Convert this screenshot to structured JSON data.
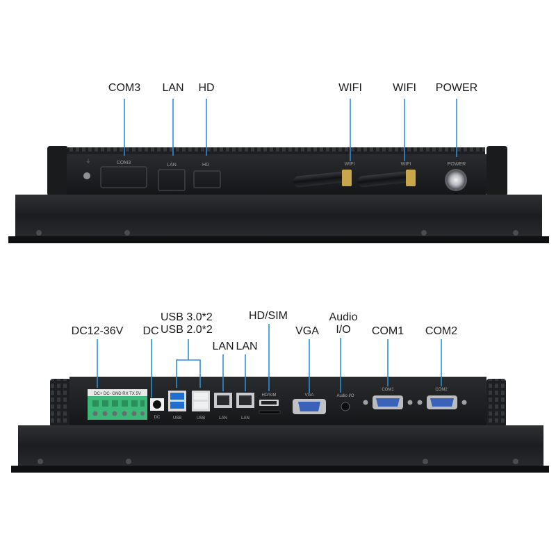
{
  "top_panel": {
    "callouts": {
      "com3": "COM3",
      "lan": "LAN",
      "hd": "HD",
      "wifi_1": "WIFI",
      "wifi_2": "WIFI",
      "power": "POWER"
    },
    "printed": {
      "com3": "COM3",
      "lan": "LAN",
      "hd": "HD",
      "wifi_1": "WIFI",
      "wifi_2": "WIFI",
      "power": "POWER"
    }
  },
  "bottom_panel": {
    "callouts": {
      "dc_in": "DC12-36V",
      "dc": "DC",
      "usb_line1": "USB 3.0*2",
      "usb_line2": "USB 2.0*2",
      "lan_1": "LAN",
      "lan_2": "LAN",
      "hd_sim": "HD/SIM",
      "vga": "VGA",
      "audio_line1": "Audio",
      "audio_line2": "I/O",
      "com1": "COM1",
      "com2": "COM2"
    },
    "printed": {
      "terminal": "DC+ DC-  GND  RX  TX  5V",
      "dc": "DC",
      "usb_1": "USB",
      "usb_2": "USB",
      "lan_1": "LAN",
      "lan_2": "LAN",
      "hd_sim": "HD/SIM",
      "vga": "VGA",
      "audio": "Audio I/O",
      "com1": "COM1",
      "com2": "COM2"
    }
  },
  "colors": {
    "leader_line": "#2a8fd6",
    "chassis": "#1b1c1e",
    "terminal_block": "#3cb878",
    "usb3_blue": "#1f6fd1",
    "vga_blue": "#3a62b8"
  }
}
